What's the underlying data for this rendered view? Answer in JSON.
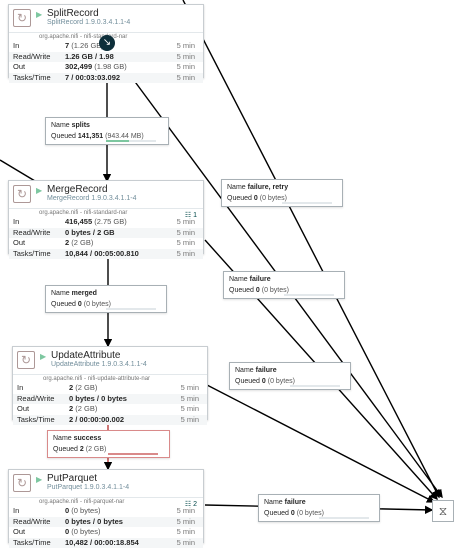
{
  "processors": [
    {
      "name": "SplitRecord",
      "type": "SplitRecord 1.9.0.3.4.1.1-4",
      "bundle": "org.apache.nifi - nifi-standard-nar",
      "badge": "",
      "stats": [
        {
          "label": "In",
          "value": "7",
          "paren": "(1.26 GB)",
          "time": "5 min"
        },
        {
          "label": "Read/Write",
          "value": "1.26 GB / 1.98",
          "paren": "",
          "time": "5 min"
        },
        {
          "label": "Out",
          "value": "302,499",
          "paren": "(1.98 GB)",
          "time": "5 min"
        },
        {
          "label": "Tasks/Time",
          "value": "7 / 00:03:03.092",
          "paren": "",
          "time": "5 min"
        }
      ]
    },
    {
      "name": "MergeRecord",
      "type": "MergeRecord 1.9.0.3.4.1.1-4",
      "bundle": "org.apache.nifi - nifi-standard-nar",
      "badge": "1",
      "stats": [
        {
          "label": "In",
          "value": "416,455",
          "paren": "(2.75 GB)",
          "time": "5 min"
        },
        {
          "label": "Read/Write",
          "value": "0 bytes / 2 GB",
          "paren": "",
          "time": "5 min"
        },
        {
          "label": "Out",
          "value": "2",
          "paren": "(2 GB)",
          "time": "5 min"
        },
        {
          "label": "Tasks/Time",
          "value": "10,844 / 00:05:00.810",
          "paren": "",
          "time": "5 min"
        }
      ]
    },
    {
      "name": "UpdateAttribute",
      "type": "UpdateAttribute 1.9.0.3.4.1.1-4",
      "bundle": "org.apache.nifi - nifi-update-attribute-nar",
      "badge": "",
      "stats": [
        {
          "label": "In",
          "value": "2",
          "paren": "(2 GB)",
          "time": "5 min"
        },
        {
          "label": "Read/Write",
          "value": "0 bytes / 0 bytes",
          "paren": "",
          "time": "5 min"
        },
        {
          "label": "Out",
          "value": "2",
          "paren": "(2 GB)",
          "time": "5 min"
        },
        {
          "label": "Tasks/Time",
          "value": "2 / 00:00:00.002",
          "paren": "",
          "time": "5 min"
        }
      ]
    },
    {
      "name": "PutParquet",
      "type": "PutParquet 1.9.0.3.4.1.1-4",
      "bundle": "org.apache.nifi - nifi-parquet-nar",
      "badge": "2",
      "stats": [
        {
          "label": "In",
          "value": "0",
          "paren": "(0 bytes)",
          "time": "5 min"
        },
        {
          "label": "Read/Write",
          "value": "0 bytes / 0 bytes",
          "paren": "",
          "time": "5 min"
        },
        {
          "label": "Out",
          "value": "0",
          "paren": "(0 bytes)",
          "time": "5 min"
        },
        {
          "label": "Tasks/Time",
          "value": "10,482 / 00:00:18.854",
          "paren": "",
          "time": "5 min"
        }
      ]
    }
  ],
  "connections": [
    {
      "name_label": "Name",
      "name": "splits",
      "queued_label": "Queued",
      "queued": "141,351",
      "queued_sub": "(943.44 MB)",
      "fill": 0.45
    },
    {
      "name_label": "Name",
      "name": "failure, retry",
      "queued_label": "Queued",
      "queued": "0",
      "queued_sub": "(0 bytes)",
      "fill": 0
    },
    {
      "name_label": "Name",
      "name": "failure",
      "queued_label": "Queued",
      "queued": "0",
      "queued_sub": "(0 bytes)",
      "fill": 0
    },
    {
      "name_label": "Name",
      "name": "merged",
      "queued_label": "Queued",
      "queued": "0",
      "queued_sub": "(0 bytes)",
      "fill": 0
    },
    {
      "name_label": "Name",
      "name": "failure",
      "queued_label": "Queued",
      "queued": "0",
      "queued_sub": "(0 bytes)",
      "fill": 0
    },
    {
      "name_label": "Name",
      "name": "success",
      "queued_label": "Queued",
      "queued": "2",
      "queued_sub": "(2 GB)",
      "fill": 1.0
    },
    {
      "name_label": "Name",
      "name": "failure",
      "queued_label": "Queued",
      "queued": "0",
      "queued_sub": "(0 bytes)",
      "fill": 0
    }
  ],
  "icons": {
    "processor": "processor-icon",
    "running": "play-icon",
    "funnel": "funnel-icon",
    "cursor": "cursor-icon",
    "badge": "queue-icon"
  },
  "colors": {
    "running": "#7dc7a0",
    "processor_border": "#ad9897",
    "success_border": "#d98a8a",
    "edge": "#000000"
  }
}
